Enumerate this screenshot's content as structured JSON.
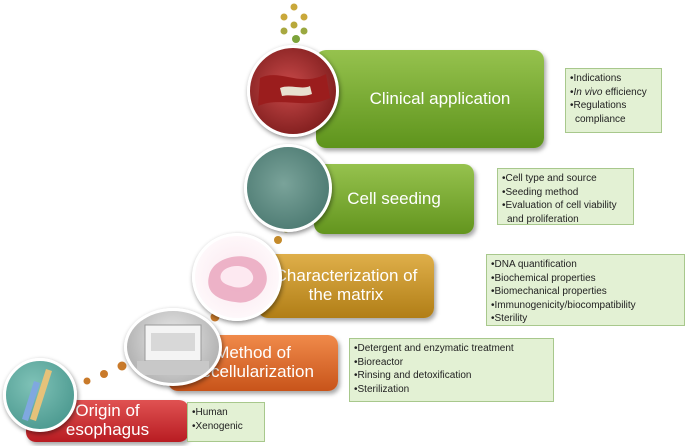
{
  "steps": [
    {
      "line1": "Origin of",
      "line2": "esophagus"
    },
    {
      "line1": "Method of",
      "line2": "decellularization"
    },
    {
      "line1": "Characterization of",
      "line2": "the matrix"
    },
    {
      "line1": "Cell seeding"
    },
    {
      "line1": "Clinical application"
    }
  ],
  "boxes": {
    "origin": [
      "•Human",
      "•Xenogenic"
    ],
    "decell": [
      "•Detergent and enzymatic treatment",
      "•Bioreactor",
      "•Rinsing and detoxification",
      "•Sterilization"
    ],
    "matrix": [
      "•DNA quantification",
      "•Biochemical  properties",
      "•Biomechanical properties",
      "•Immunogenicity/biocompatibility",
      "•Sterility"
    ],
    "seeding": [
      "•Cell type and source",
      "•Seeding method",
      "•Evaluation of cell viability",
      "and proliferation"
    ],
    "clinical": {
      "i1": "•Indications",
      "i2_pre": "•",
      "i2_ital": "In vivo",
      "i2_post": " efficiency",
      "i3": "•Regulations",
      "i4": "compliance"
    }
  },
  "colors": {
    "red": "#c8262b",
    "orange": "#e06a2a",
    "gold": "#c8922a",
    "green": "#79ab34",
    "box_fill": "#e3f1d4"
  }
}
